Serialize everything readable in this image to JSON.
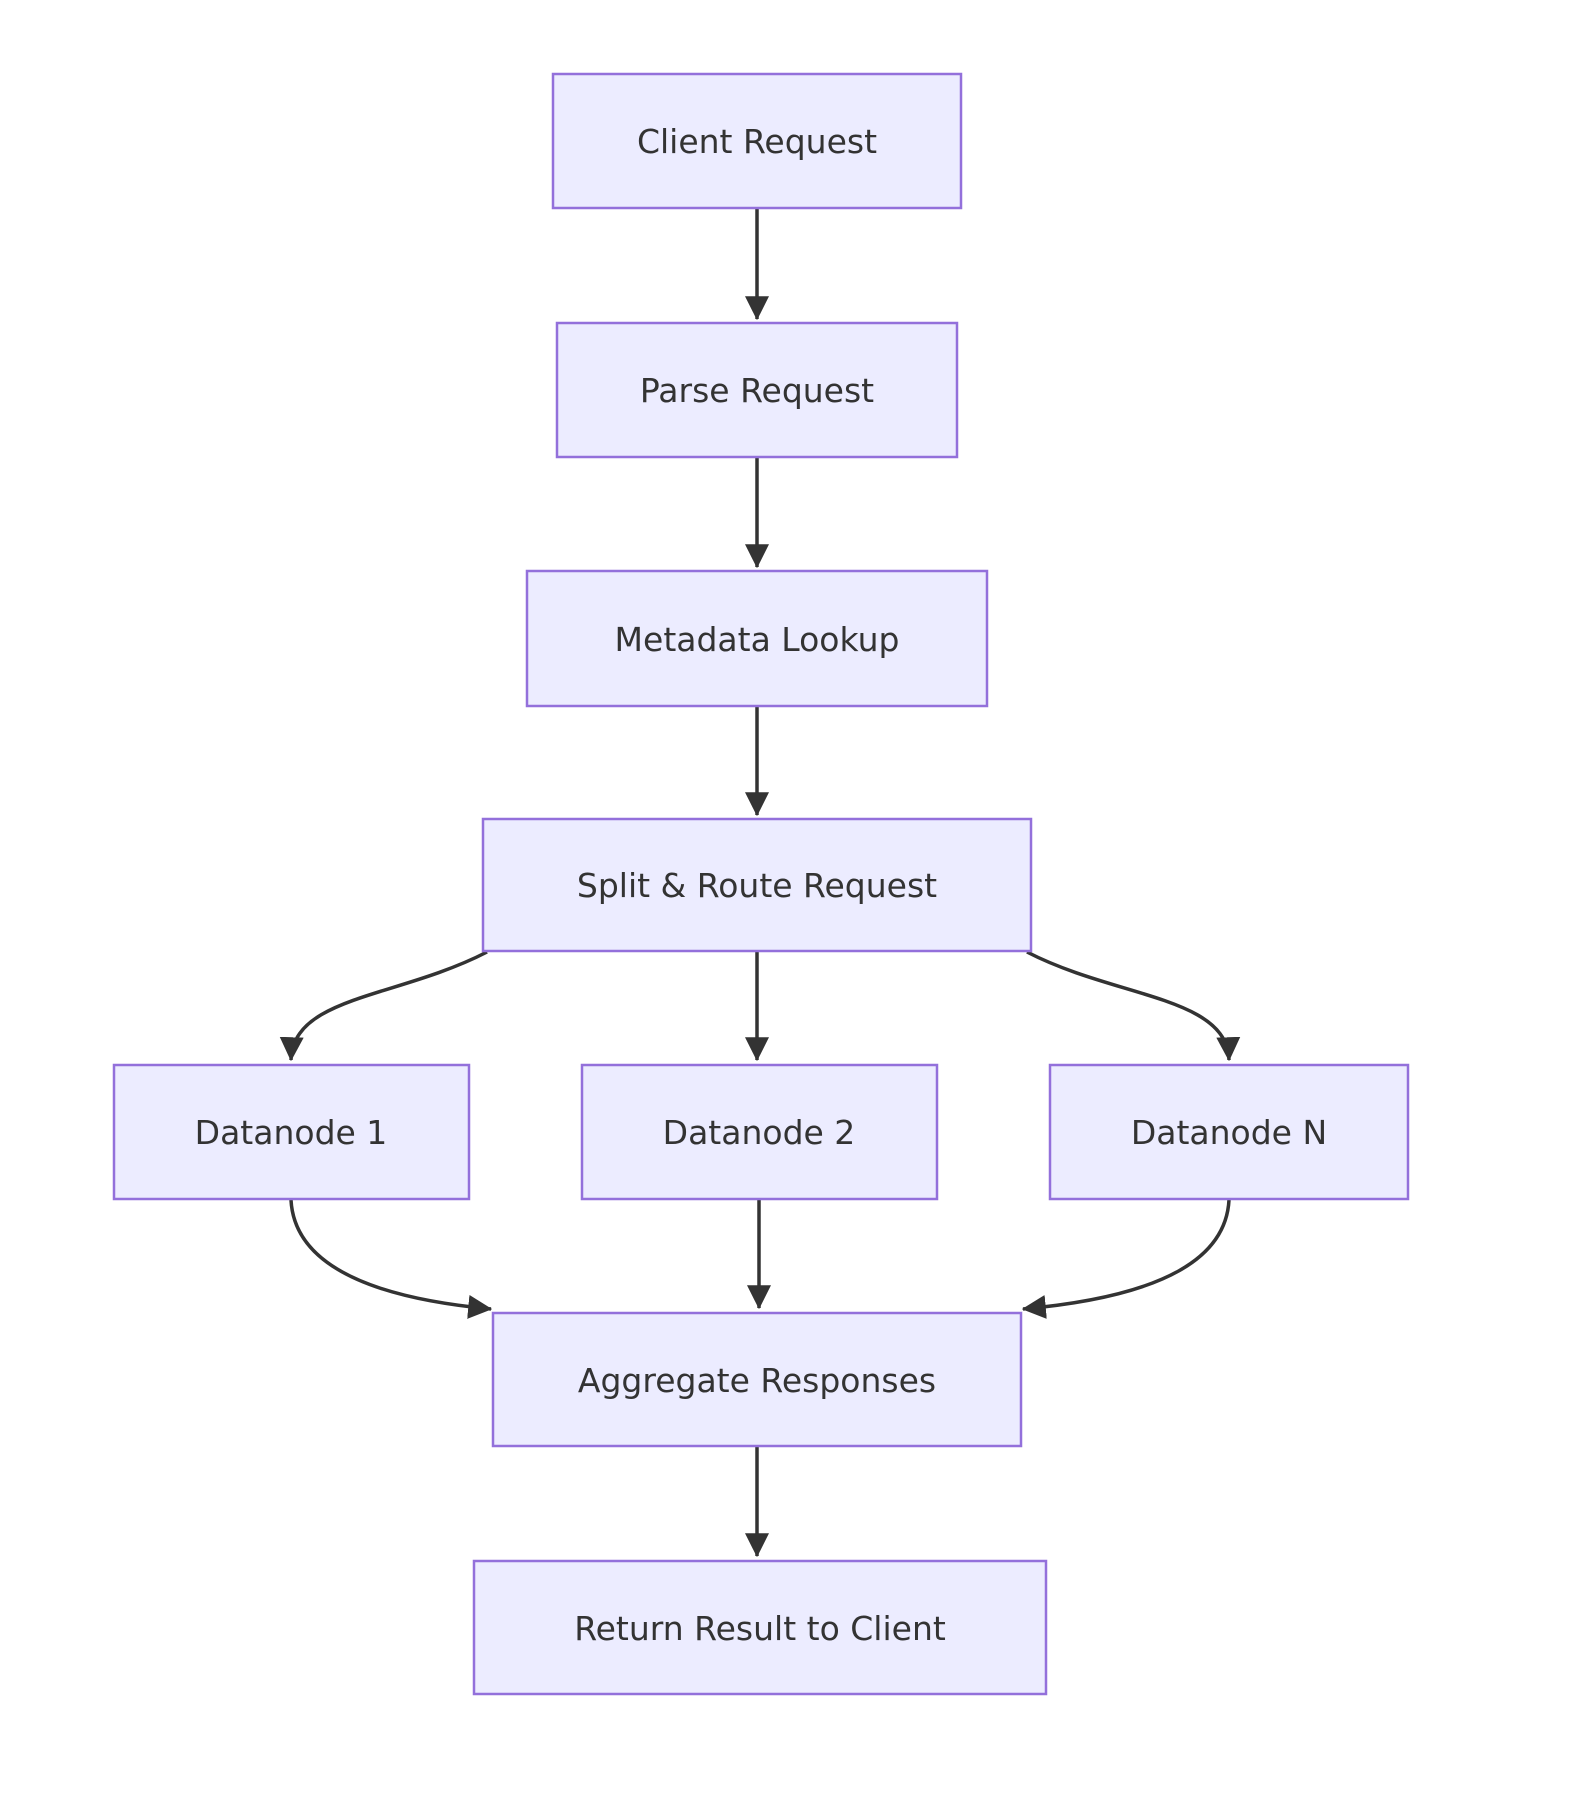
{
  "diagram": {
    "type": "flowchart",
    "direction": "top-to-bottom",
    "colors": {
      "background": "#ffffff",
      "node_fill": "#ECECFF",
      "node_border": "#9370DB",
      "edge_color": "#333333",
      "text_color": "#333333"
    },
    "nodes": [
      {
        "id": "client",
        "label": "Client Request"
      },
      {
        "id": "parse",
        "label": "Parse Request"
      },
      {
        "id": "metadata",
        "label": "Metadata Lookup"
      },
      {
        "id": "split",
        "label": "Split & Route Request"
      },
      {
        "id": "datanode1",
        "label": "Datanode 1"
      },
      {
        "id": "datanode2",
        "label": "Datanode 2"
      },
      {
        "id": "datanodeN",
        "label": "Datanode N"
      },
      {
        "id": "aggregate",
        "label": "Aggregate Responses"
      },
      {
        "id": "return",
        "label": "Return Result to Client"
      }
    ],
    "edges": [
      {
        "from": "client",
        "to": "parse"
      },
      {
        "from": "parse",
        "to": "metadata"
      },
      {
        "from": "metadata",
        "to": "split"
      },
      {
        "from": "split",
        "to": "datanode1"
      },
      {
        "from": "split",
        "to": "datanode2"
      },
      {
        "from": "split",
        "to": "datanodeN"
      },
      {
        "from": "datanode1",
        "to": "aggregate"
      },
      {
        "from": "datanode2",
        "to": "aggregate"
      },
      {
        "from": "datanodeN",
        "to": "aggregate"
      },
      {
        "from": "aggregate",
        "to": "return"
      }
    ]
  }
}
